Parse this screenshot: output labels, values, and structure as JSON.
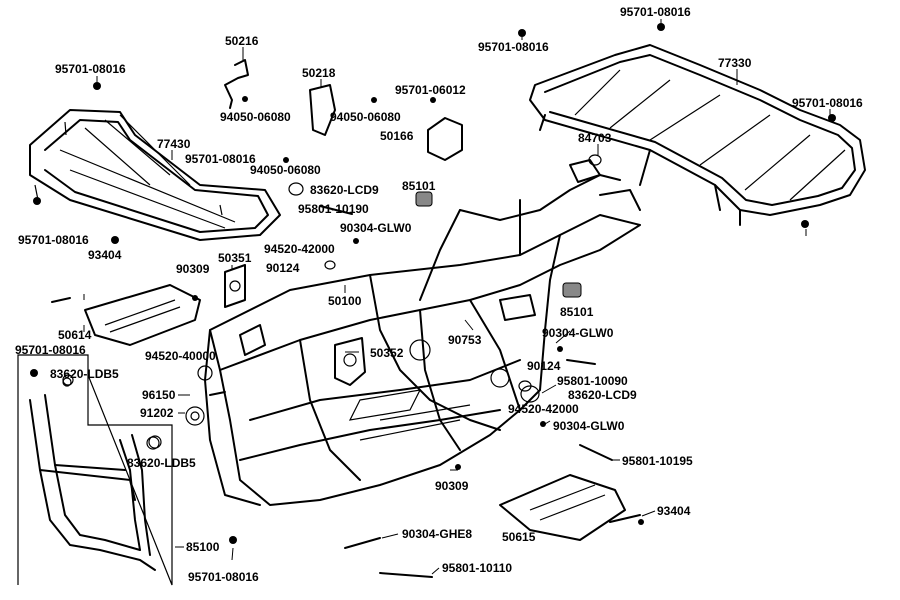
{
  "labels": [
    "95701-08016",
    "50216",
    "50218",
    "95701-06012",
    "95701-08016",
    "77330",
    "95701-08016",
    "94050-06080",
    "94050-06080",
    "50166",
    "84703",
    "95701-08016",
    "77430",
    "95701-08016",
    "94050-06080",
    "83620-LCD9",
    "85101",
    "95801-10190",
    "95701-08016",
    "90304-GLW0",
    "93404",
    "94520-42000",
    "90124",
    "50351",
    "90309",
    "50100",
    "85101",
    "50614",
    "95701-08016",
    "90304-GLW0",
    "90753",
    "94520-40000",
    "50352",
    "83620-LDB5",
    "90124",
    "95801-10090",
    "96150",
    "83620-LCD9",
    "91202",
    "94520-42000",
    "90304-GLW0",
    "83620-LDB5",
    "95801-10195",
    "90309",
    "93404",
    "50615",
    "90304-GHE8",
    "85100",
    "95801-10110",
    "95701-08016"
  ]
}
